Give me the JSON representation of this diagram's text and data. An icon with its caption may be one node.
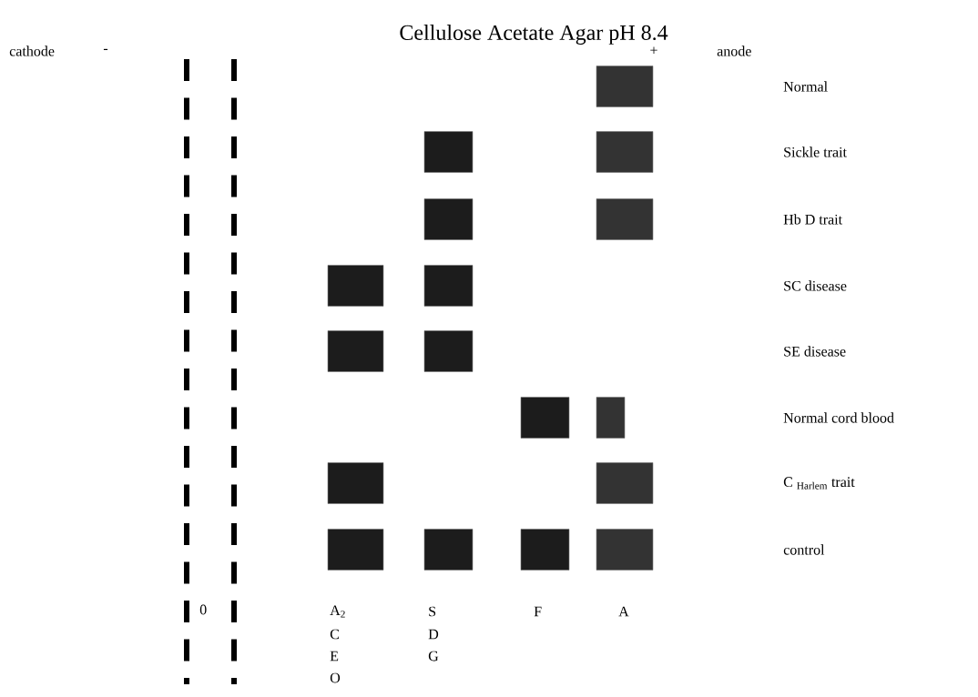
{
  "diagram": {
    "title": "Cellulose Acetate Agar pH 8.4",
    "nodes": [
      {
        "text": [],
        "shape": "box"
      },
      {
        "text": [],
        "shape": "box"
      },
      {
        "text": [],
        "shape": "box"
      },
      {
        "text": [],
        "shape": "box"
      },
      {
        "text": [],
        "shape": "box"
      },
      {
        "text": [],
        "shape": "box"
      },
      {
        "text": [],
        "shape": "box"
      },
      {
        "text": [],
        "shape": "box"
      },
      {
        "text": [],
        "shape": "box"
      },
      {
        "text": [],
        "shape": "box"
      },
      {
        "text": [],
        "shape": "box"
      },
      {
        "text": [],
        "shape": "box"
      },
      {
        "text": [],
        "shape": "box"
      },
      {
        "text": [],
        "shape": "box"
      },
      {
        "text": [],
        "shape": "box"
      },
      {
        "text": [],
        "shape": "box"
      },
      {
        "text": [],
        "shape": "box"
      }
    ],
    "labels": [
      "cathode",
      "-",
      "+",
      "anode",
      "Normal",
      "Sickle trait",
      "Hb D trait",
      "SC disease",
      "SE disease",
      "Normal cord blood",
      "C $_{Harlem}$ trait",
      "control",
      "0",
      "A$_{2}$",
      "S",
      "F",
      "A",
      "C",
      "D",
      "E",
      "G",
      "O"
    ]
  }
}
